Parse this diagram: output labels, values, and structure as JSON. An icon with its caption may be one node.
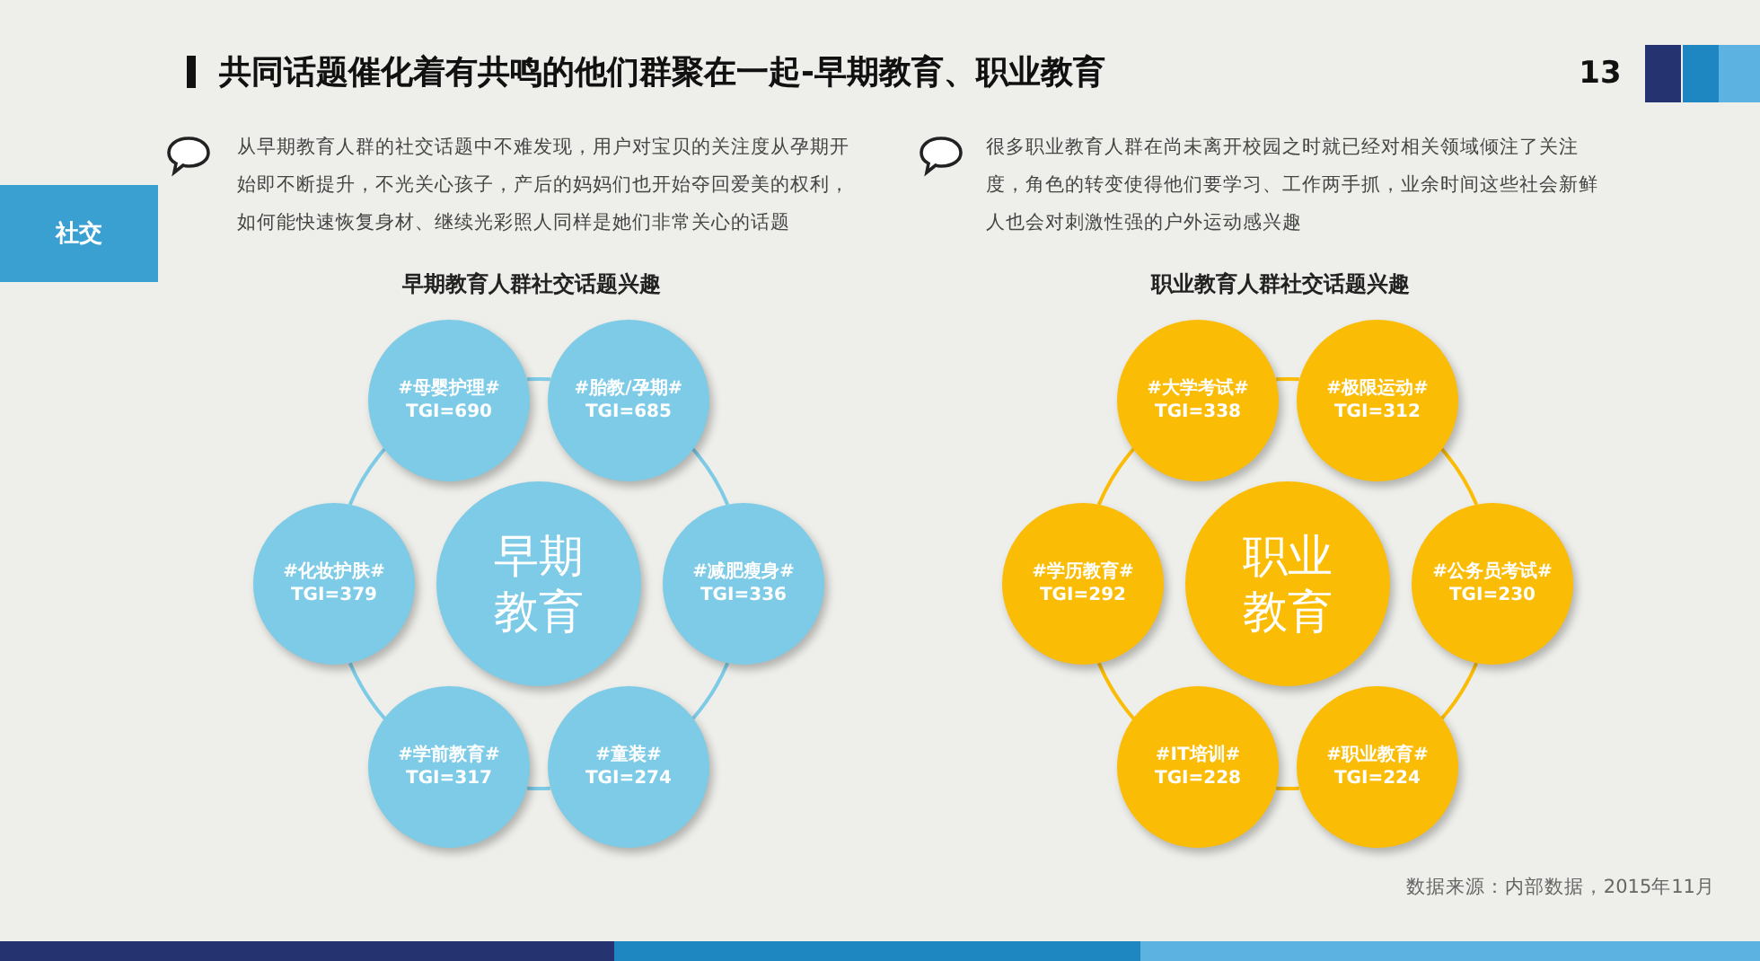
{
  "diagram": {
    "title": "共同话题催化着有共鸣的他们群聚在一起-早期教育、职业教育",
    "nodes": [
      {
        "text": [
          "早期教育"
        ]
      },
      {
        "text": [
          "#母婴护理#",
          "TGI=690"
        ]
      },
      {
        "text": [
          "#胎教/孕期#",
          "TGI=685"
        ]
      },
      {
        "text": [
          "#减肥瘦身#",
          "TGI=336"
        ]
      },
      {
        "text": [
          "#童装#",
          "TGI=274"
        ]
      },
      {
        "text": [
          "#学前教育#",
          "TGI=317"
        ]
      },
      {
        "text": [
          "#化妆护肤#",
          "TGI=379"
        ]
      },
      {
        "text": [
          "职业教育"
        ]
      },
      {
        "text": [
          "#大学考试#",
          "TGI=338"
        ]
      },
      {
        "text": [
          "#极限运动#",
          "TGI=312"
        ]
      },
      {
        "text": [
          "#公务员考试#",
          "TGI=230"
        ]
      },
      {
        "text": [
          "#职业教育#",
          "TGI=224"
        ]
      },
      {
        "text": [
          "#IT培训#",
          "TGI=228"
        ]
      },
      {
        "text": [
          "#学历教育#",
          "TGI=292"
        ]
      }
    ],
    "edges": [
      {
        "from": 1,
        "to": 2,
        "arrow": "none"
      },
      {
        "from": 2,
        "to": 3,
        "arrow": "none"
      },
      {
        "from": 3,
        "to": 4,
        "arrow": "none"
      },
      {
        "from": 4,
        "to": 5,
        "arrow": "none"
      },
      {
        "from": 5,
        "to": 6,
        "arrow": "none"
      },
      {
        "from": 6,
        "to": 1,
        "arrow": "none"
      },
      {
        "from": 8,
        "to": 9,
        "arrow": "none",
        "color": "#fbbc05"
      },
      {
        "from": 9,
        "to": 10,
        "arrow": "none",
        "color": "#fbbc05"
      },
      {
        "from": 10,
        "to": 11,
        "arrow": "none",
        "color": "#fbbc05"
      },
      {
        "from": 11,
        "to": 12,
        "arrow": "none",
        "color": "#fbbc05"
      },
      {
        "from": 12,
        "to": 13,
        "arrow": "none",
        "color": "#fbbc05"
      },
      {
        "from": 13,
        "to": 8,
        "arrow": "none",
        "color": "#fbbc05"
      }
    ],
    "labels": [
      "13",
      "社交",
      "从早期教育人群的社交话题中不难发现，用户对宝贝的关注度从孕期开始即不断提升，不光关心孩子，产后的妈妈们也开始夺回爱美的权利，如何能快速恢复身材、继续光彩照人同样是她们非常关心的话题",
      "很多职业教育人群在尚未离开校园之时就已经对相关领域倾注了关注度，角色的转变使得他们要学习、工作两手抓，业余时间这些社会新鲜人也会对刺激性强的户外运动感兴趣",
      "早期教育人群社交话题兴趣",
      "职业教育人群社交话题兴趣",
      "数据来源：内部数据，2015年11月"
    ]
  }
}
